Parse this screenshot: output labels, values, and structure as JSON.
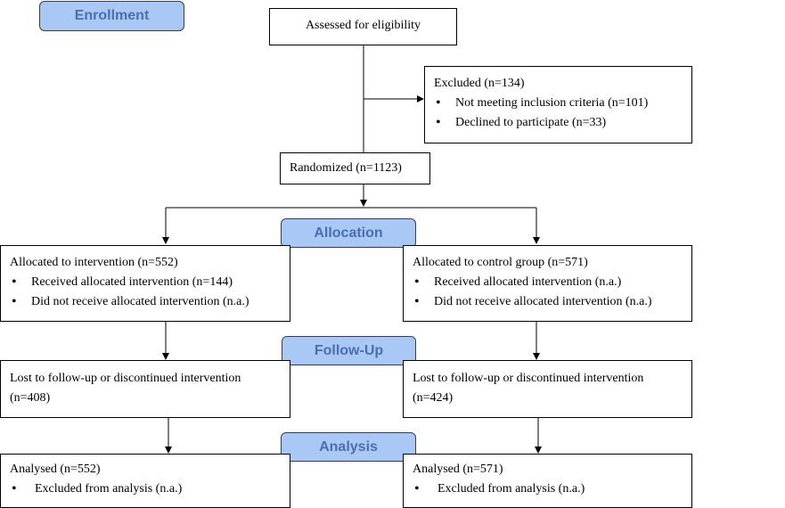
{
  "stages": {
    "enrollment": "Enrollment",
    "allocation": "Allocation",
    "followup": "Follow-Up",
    "analysis": "Analysis"
  },
  "eligibility": "Assessed for eligibility",
  "excluded": {
    "title": "Excluded (n=134)",
    "items": [
      "Not meeting inclusion criteria (n=101)",
      "Declined to participate (n=33)"
    ]
  },
  "randomized": "Randomized (n=1123)",
  "intervention": {
    "allocation_title": "Allocated to intervention (n=552)",
    "allocation_items": [
      "Received allocated intervention (n=144)",
      "Did not receive allocated intervention (n.a.)"
    ],
    "followup_line1": "Lost to follow-up or discontinued intervention",
    "followup_line2": "(n=408)",
    "analysis_title": "Analysed (n=552)",
    "analysis_items": [
      "Excluded from analysis (n.a.)"
    ]
  },
  "control": {
    "allocation_title": "Allocated to control group (n=571)",
    "allocation_items": [
      "Received allocated intervention (n.a.)",
      "Did not receive allocated intervention (n.a.)"
    ],
    "followup_line1": "Lost to follow-up or discontinued intervention",
    "followup_line2": "(n=424)",
    "analysis_title": "Analysed (n=571)",
    "analysis_items": [
      "Excluded from analysis (n.a.)"
    ]
  }
}
